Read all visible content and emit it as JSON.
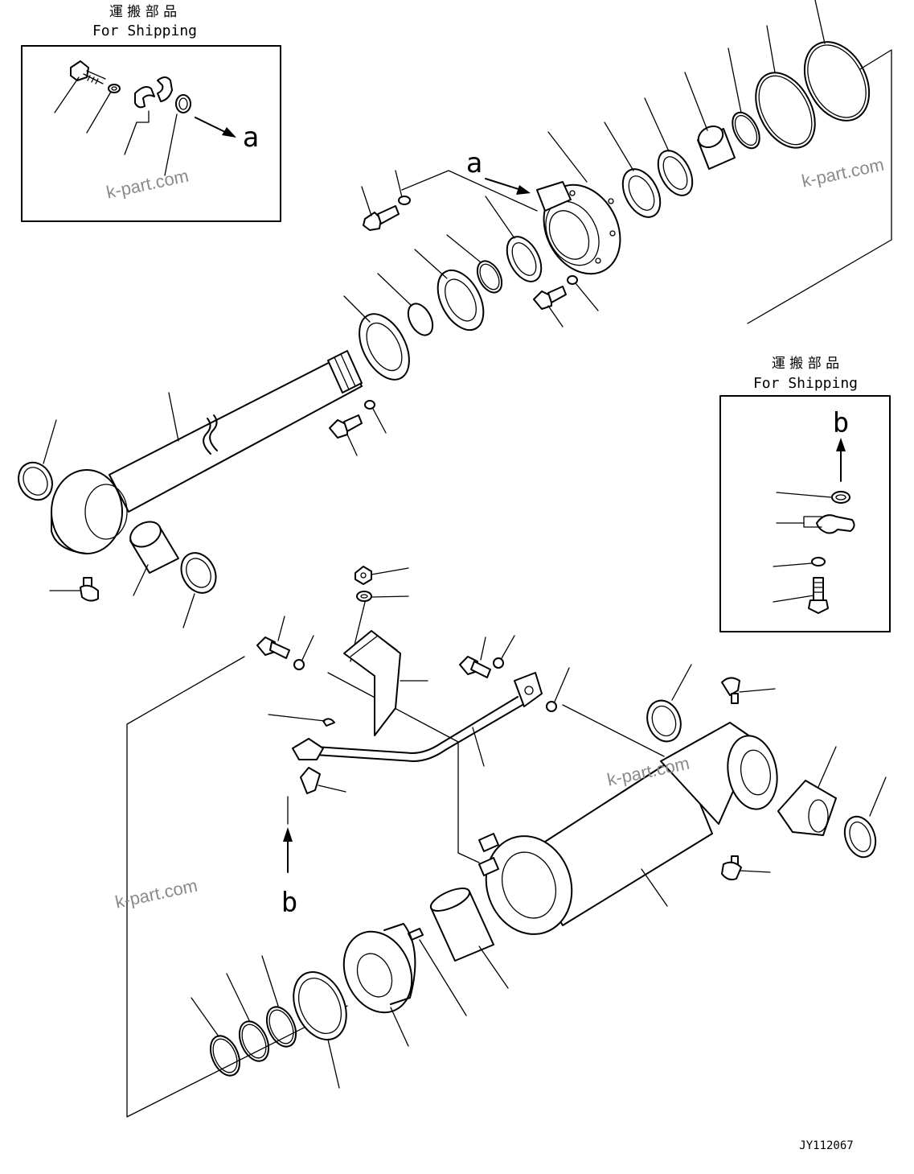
{
  "shipping_box_top": {
    "title_jp": "運 搬 部 品",
    "title_en": "For Shipping",
    "arrow_label": "a"
  },
  "shipping_box_right": {
    "title_jp": "運 搬 部 品",
    "title_en": "For Shipping",
    "arrow_label": "b"
  },
  "callouts": {
    "a": "a",
    "b": "b"
  },
  "watermark": "k-part.com",
  "drawing_code": "JY112067"
}
